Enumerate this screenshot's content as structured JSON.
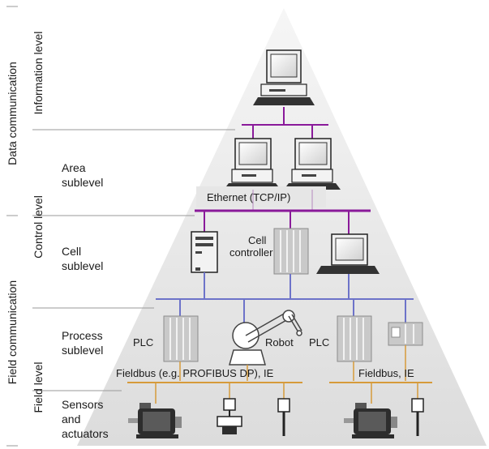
{
  "levels": {
    "data_communication": "Data communication",
    "information_level": "Information level",
    "control_level": "Control level",
    "field_communication": "Field communication",
    "field_level": "Field level"
  },
  "sublevels": {
    "area_line1": "Area",
    "area_line2": "sublevel",
    "cell_line1": "Cell",
    "cell_line2": "sublevel",
    "process_line1": "Process",
    "process_line2": "sublevel",
    "sensors_line1": "Sensors",
    "sensors_line2": "and",
    "sensors_line3": "actuators"
  },
  "labels": {
    "ethernet": "Ethernet (TCP/IP)",
    "cell_controller_line1": "Cell",
    "cell_controller_line2": "controller",
    "plc_left": "PLC",
    "robot": "Robot",
    "plc_right": "PLC",
    "fieldbus_left": "Fieldbus (e.g. PROFIBUS DP), IE",
    "fieldbus_right": "Fieldbus, IE"
  },
  "colors": {
    "information_bus": "#8a1a9a",
    "ethernet_bus": "#8a1a9a",
    "cell_bus": "#6d73c9",
    "fieldbus": "#d69a3a",
    "pyramid_top": "#f4f4f4",
    "pyramid_bottom": "#e2e2e2"
  }
}
